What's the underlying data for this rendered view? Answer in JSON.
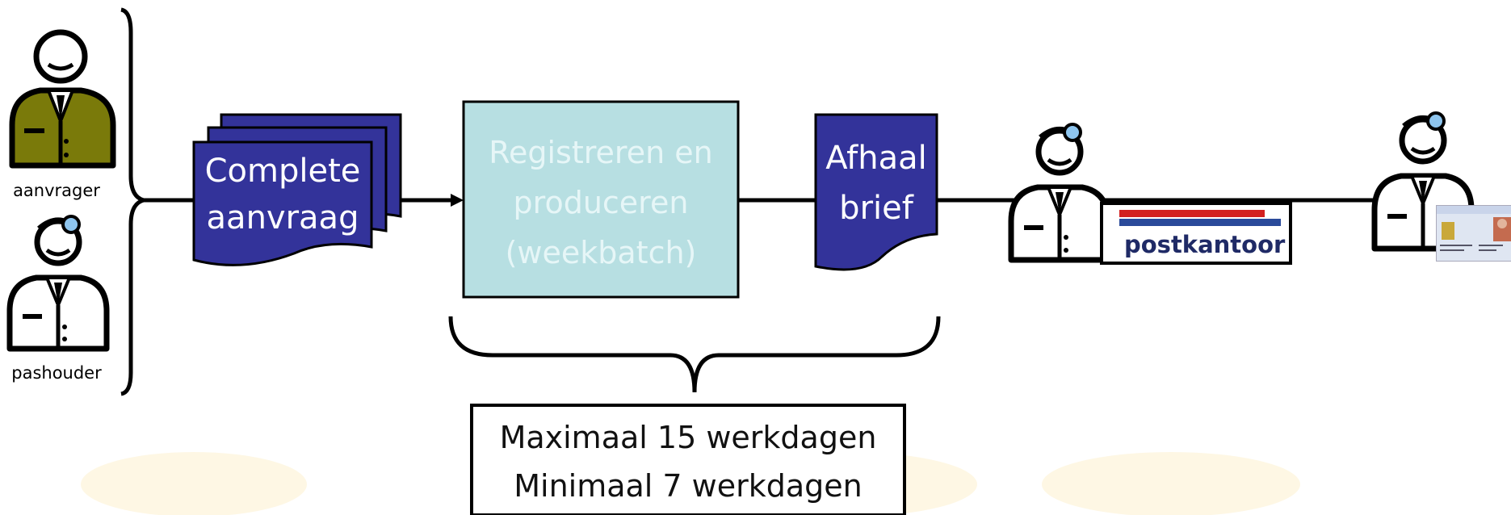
{
  "actors": {
    "applicant_label": "aanvrager",
    "holder_label": "pashouder"
  },
  "boxes": {
    "complete_request": [
      "Complete",
      "aanvraag"
    ],
    "register_produce": [
      "Registreren en",
      "produceren",
      "(weekbatch)"
    ],
    "pickup_letter": [
      "Afhaal",
      "brief"
    ],
    "duration": [
      "Maximaal 15 werkdagen",
      "Minimaal 7 werkdagen"
    ]
  },
  "postoffice": {
    "label": "postkantoor"
  },
  "colors": {
    "document_blue": "#33339a",
    "process_box": "#b7dfe2",
    "applicant_coat": "#7a7a0a",
    "line": "#000000"
  },
  "icons": [
    "person-icon",
    "doctor-icon",
    "document-stack-icon",
    "document-icon",
    "brace-icon",
    "id-card-icon"
  ]
}
